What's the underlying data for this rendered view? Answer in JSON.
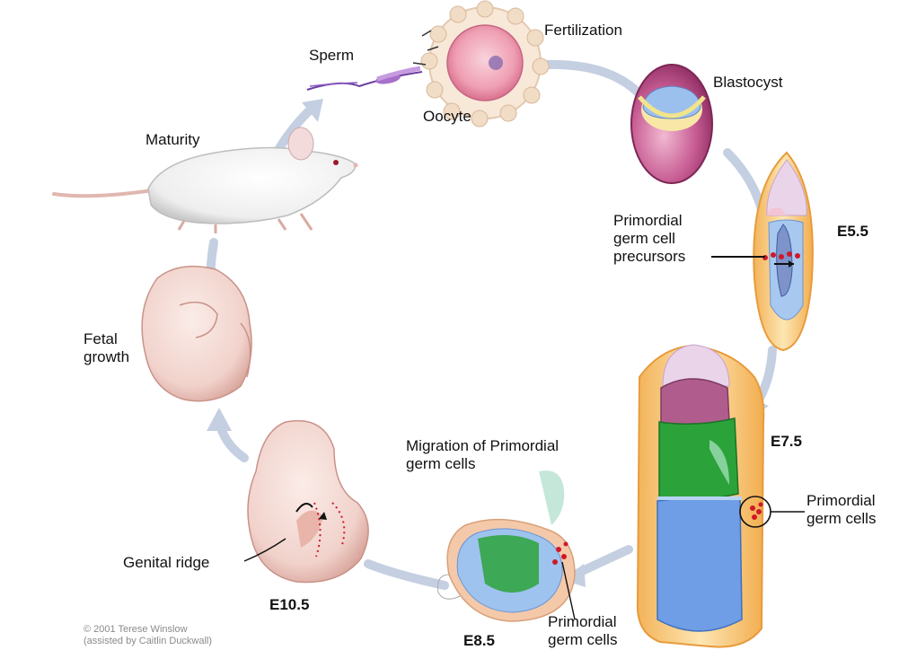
{
  "labels": {
    "sperm": "Sperm",
    "fertilization": "Fertilization",
    "oocyte": "Oocyte",
    "blastocyst": "Blastocyst",
    "maturity": "Maturity",
    "pgc_precursors": "Primordial\ngerm cell\nprecursors",
    "fetal_growth": "Fetal\ngrowth",
    "migration": "Migration of Primordial\ngerm cells",
    "pgc_e75": "Primordial\ngerm cells",
    "genital_ridge": "Genital ridge",
    "pgc_e85": "Primordial\ngerm cells"
  },
  "stages": {
    "e55": "E5.5",
    "e75": "E7.5",
    "e105": "E10.5",
    "e85": "E8.5"
  },
  "copyright": "© 2001 Terese Winslow\n(assisted by Caitlin Duckwall)",
  "colors": {
    "cycle_arrow": "#c5cfe2",
    "oocyte": "#f2a7b8",
    "blastocyst": "#c45a92",
    "epiblast_blue": "#8fb4e8",
    "mesoderm_green": "#2ca33a",
    "germ_cell_red": "#d0182a",
    "embryo_skin": "#f3d8d2"
  }
}
